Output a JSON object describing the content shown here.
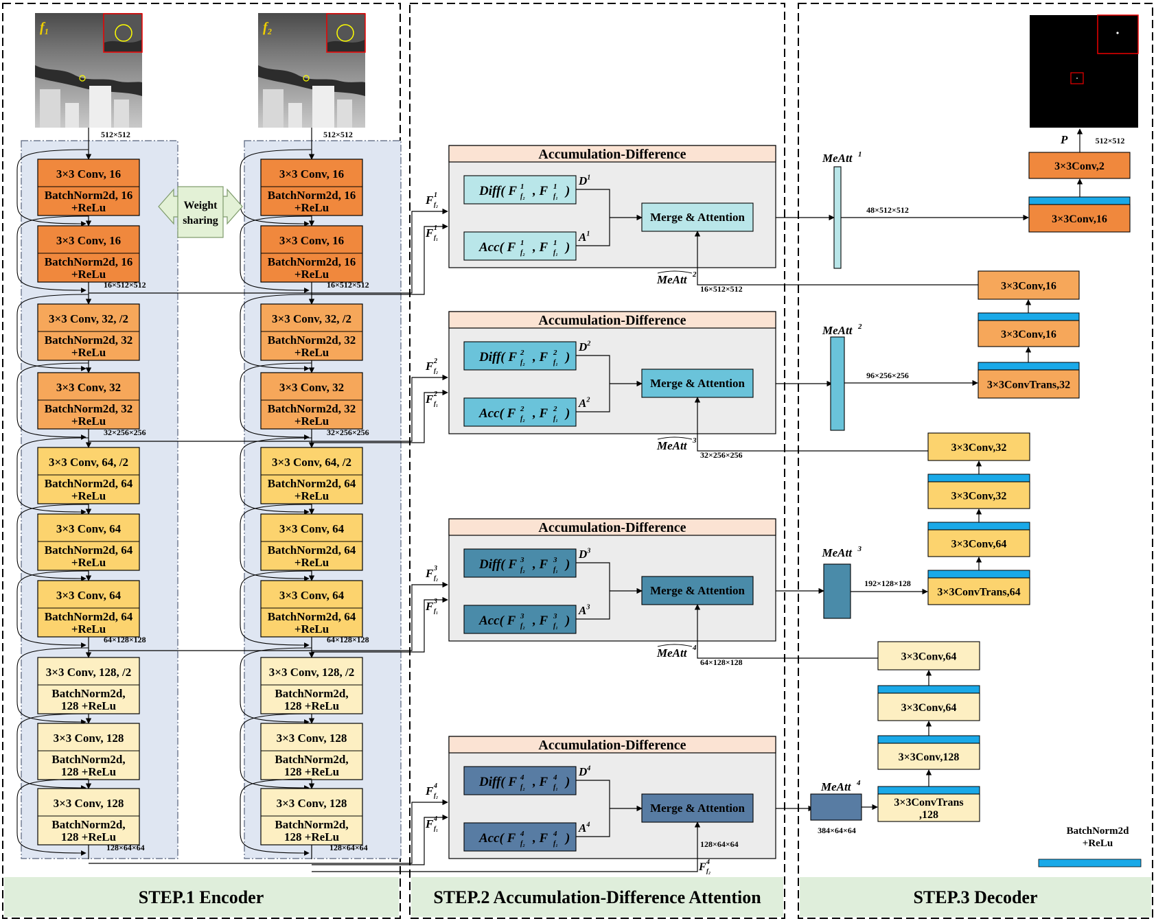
{
  "colors": {
    "enc_16": "#f0883d",
    "enc_32": "#f6a75a",
    "enc_64": "#fcd36e",
    "enc_128": "#fdefc2",
    "enc_bg": "#dfe6f2",
    "stage_bg": "#dfeedb",
    "ad_header": "#fbe3d3",
    "ad_body": "#ececec",
    "level1": "#b9e6e9",
    "level2": "#6ac3da",
    "level3": "#4a8ba9",
    "level4": "#587ca3",
    "bn_bar": "#1aa9e8"
  },
  "encoder": {
    "images": [
      {
        "label": "f₁"
      },
      {
        "label": "f₂"
      }
    ],
    "input_size": "512×512",
    "weight_sharing": [
      "Weight",
      "sharing"
    ],
    "blocks": [
      {
        "conv": "3×3 Conv, 16",
        "bn": [
          "BatchNorm2d, 16",
          "+ReLu"
        ]
      },
      {
        "conv": "3×3 Conv, 16",
        "bn": [
          "BatchNorm2d, 16",
          "+ReLu"
        ]
      },
      {
        "conv": "3×3 Conv, 32, /2",
        "bn": [
          "BatchNorm2d, 32",
          "+ReLu"
        ]
      },
      {
        "conv": "3×3 Conv, 32",
        "bn": [
          "BatchNorm2d, 32",
          "+ReLu"
        ]
      },
      {
        "conv": "3×3 Conv, 64, /2",
        "bn": [
          "BatchNorm2d, 64",
          "+ReLu"
        ]
      },
      {
        "conv": "3×3 Conv, 64",
        "bn": [
          "BatchNorm2d, 64",
          "+ReLu"
        ]
      },
      {
        "conv": "3×3 Conv, 64",
        "bn": [
          "BatchNorm2d, 64",
          "+ReLu"
        ]
      },
      {
        "conv": "3×3 Conv, 128, /2",
        "bn": [
          "BatchNorm2d,",
          "128  +ReLu"
        ]
      },
      {
        "conv": "3×3 Conv, 128",
        "bn": [
          "BatchNorm2d,",
          "128  +ReLu"
        ]
      },
      {
        "conv": "3×3 Conv, 128",
        "bn": [
          "BatchNorm2d,",
          "128  +ReLu"
        ]
      }
    ],
    "stage_sizes": [
      "16×512×512",
      "32×256×256",
      "64×128×128",
      "128×64×64"
    ]
  },
  "ad_modules": [
    {
      "title": "Accumulation-Difference",
      "diff": "Diff(",
      "acc": "Acc(",
      "lvl": "1",
      "d_label": "D",
      "a_label": "A",
      "merge": "Merge & Attention",
      "meatt_in_size": "16×512×512"
    },
    {
      "title": "Accumulation-Difference",
      "diff": "Diff(",
      "acc": "Acc(",
      "lvl": "2",
      "d_label": "D",
      "a_label": "A",
      "merge": "Merge & Attention",
      "meatt_in_size": "32×256×256"
    },
    {
      "title": "Accumulation-Difference",
      "diff": "Diff(",
      "acc": "Acc(",
      "lvl": "3",
      "d_label": "D",
      "a_label": "A",
      "merge": "Merge & Attention",
      "meatt_in_size": "64×128×128"
    },
    {
      "title": "Accumulation-Difference",
      "diff": "Diff(",
      "acc": "Acc(",
      "lvl": "4",
      "d_label": "D",
      "a_label": "A",
      "merge": "Merge & Attention",
      "meatt_in_size": "128×64×64"
    }
  ],
  "meatt": [
    {
      "label": "MeAtt",
      "lvl": "1",
      "out_size": "48×512×512"
    },
    {
      "label": "MeAtt",
      "lvl": "2",
      "out_size": "96×256×256"
    },
    {
      "label": "MeAtt",
      "lvl": "3",
      "out_size": "192×128×128"
    },
    {
      "label": "MeAtt",
      "lvl": "4",
      "out_size": "384×64×64"
    }
  ],
  "decoder": {
    "level1": [
      "3×3Conv,16",
      "3×3Conv,2"
    ],
    "level2": [
      "3×3ConvTrans,32",
      "3×3Conv,16",
      "3×3Conv,16"
    ],
    "level3": [
      "3×3ConvTrans,64",
      "3×3Conv,64",
      "3×3Conv,32",
      "3×3Conv,32"
    ],
    "level4": [
      "3×3ConvTrans",
      ",128",
      "3×3Conv,128",
      "3×3Conv,64",
      "3×3Conv,64"
    ],
    "output_label": "P",
    "output_size": "512×512",
    "legend": [
      "BatchNorm2d",
      "+ReLu"
    ]
  },
  "stages": [
    "STEP.1  Encoder",
    "STEP.2   Accumulation-Difference Attention",
    "STEP.3  Decoder"
  ]
}
